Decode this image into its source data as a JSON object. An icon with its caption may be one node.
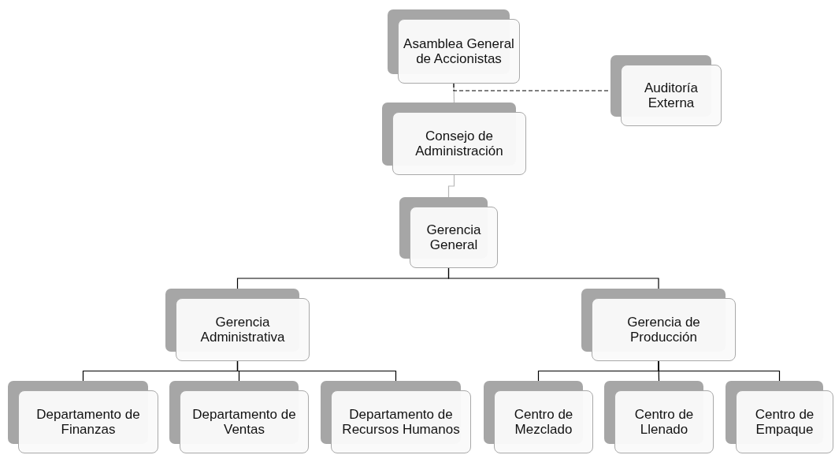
{
  "diagram": {
    "nodes": [
      {
        "text": [
          "Asamblea General de Accionistas"
        ]
      },
      {
        "text": [
          "Auditoría Externa"
        ]
      },
      {
        "text": [
          "Consejo de Administración"
        ]
      },
      {
        "text": [
          "Gerencia General"
        ]
      },
      {
        "text": [
          "Gerencia Administrativa"
        ]
      },
      {
        "text": [
          "Gerencia de Producción"
        ]
      },
      {
        "text": [
          "Departamento de Finanzas"
        ]
      },
      {
        "text": [
          "Departamento de Ventas"
        ]
      },
      {
        "text": [
          "Departamento de Recursos Humanos"
        ]
      },
      {
        "text": [
          "Centro de Mezclado"
        ]
      },
      {
        "text": [
          "Centro de Llenado"
        ]
      },
      {
        "text": [
          "Centro de Empaque"
        ]
      }
    ],
    "edges": [
      {
        "from": 0,
        "to": 2,
        "arrow": "none",
        "color": "#b8b8b8"
      },
      {
        "from": 0,
        "to": 1,
        "arrow": "none",
        "style": "dashed"
      },
      {
        "from": 2,
        "to": 3,
        "arrow": "none",
        "color": "#b8b8b8"
      },
      {
        "from": 3,
        "to": 4,
        "arrow": "none"
      },
      {
        "from": 3,
        "to": 5,
        "arrow": "none"
      },
      {
        "from": 4,
        "to": 6,
        "arrow": "none"
      },
      {
        "from": 4,
        "to": 7,
        "arrow": "none"
      },
      {
        "from": 4,
        "to": 8,
        "arrow": "none"
      },
      {
        "from": 5,
        "to": 9,
        "arrow": "none"
      },
      {
        "from": 5,
        "to": 10,
        "arrow": "none"
      },
      {
        "from": 5,
        "to": 11,
        "arrow": "none"
      }
    ]
  }
}
